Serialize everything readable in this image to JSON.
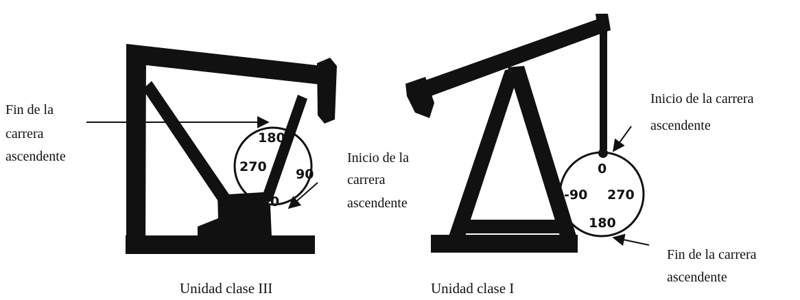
{
  "class_iii": {
    "caption": "Unidad clase III",
    "end_label": [
      "Fin de la",
      "carrera",
      "ascendente"
    ],
    "start_label": [
      "Inicio de la",
      "carrera",
      "ascendente"
    ],
    "dial": {
      "top": "180",
      "left": "270",
      "right": "90",
      "bottom": "0"
    }
  },
  "class_i": {
    "caption": "Unidad clase I",
    "start_label": [
      "Inicio de la carrera",
      "ascendente"
    ],
    "end_label": [
      "Fin de la carrera",
      "ascendente"
    ],
    "dial": {
      "top": "0",
      "left": "-90",
      "right": "270",
      "bottom": "180"
    }
  },
  "colors": {
    "ink": "#111111",
    "background": "#ffffff"
  }
}
